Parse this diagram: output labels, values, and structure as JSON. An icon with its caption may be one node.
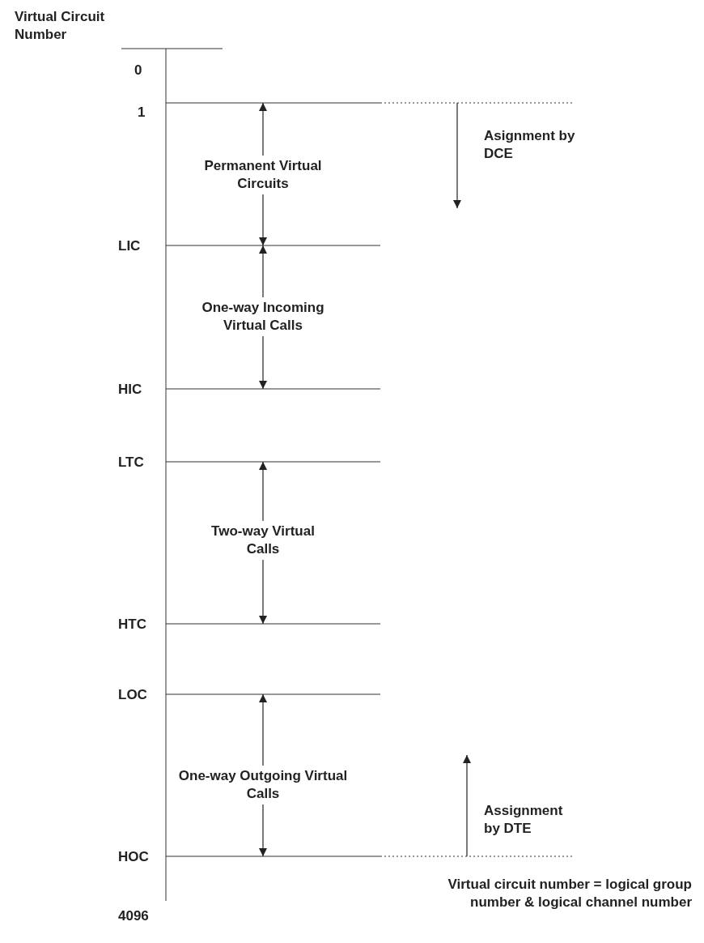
{
  "diagram": {
    "labels": [
      "Virtual Circuit Number",
      "0",
      "1",
      "Asignment by DCE",
      "Permanent Virtual Circuits",
      "LIC",
      "One-way Incoming Virtual Calls",
      "HIC",
      "LTC",
      "Two-way Virtual Calls",
      "HTC",
      "LOC",
      "One-way Outgoing Virtual Calls",
      "Assignment by DTE",
      "HOC",
      "Virtual circuit number = logical group number & logical channel number",
      "4096"
    ]
  }
}
